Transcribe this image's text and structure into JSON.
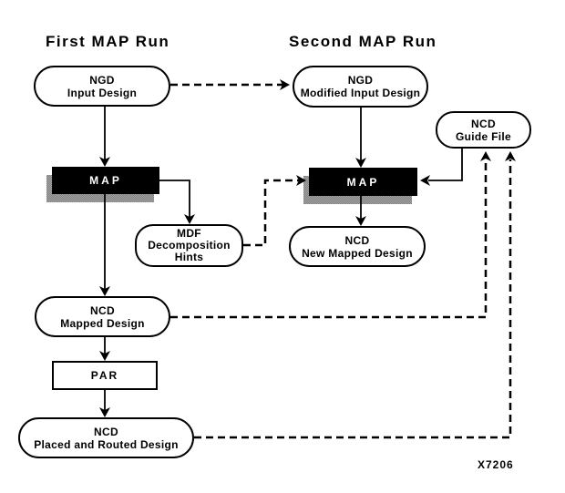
{
  "headings": {
    "first_map_run": "First MAP Run",
    "second_map_run": "Second MAP Run"
  },
  "nodes": {
    "ngd_input_design": {
      "title": "NGD",
      "subtitle": "Input Design"
    },
    "ngd_modified_input_design": {
      "title": "NGD",
      "subtitle": "Modified Input Design"
    },
    "ncd_guide_file": {
      "title": "NCD",
      "subtitle": "Guide File"
    },
    "map_first": {
      "label": "MAP"
    },
    "mdf_decomposition_hints": {
      "title": "MDF",
      "line2": "Decomposition",
      "line3": "Hints"
    },
    "map_second": {
      "label": "MAP"
    },
    "ncd_new_mapped_design": {
      "title": "NCD",
      "subtitle": "New Mapped Design"
    },
    "ncd_mapped_design": {
      "title": "NCD",
      "subtitle": "Mapped Design"
    },
    "par": {
      "label": "PAR"
    },
    "ncd_placed_and_routed_design": {
      "title": "NCD",
      "subtitle": "Placed and Routed Design"
    }
  },
  "figure_label": "X7206",
  "colors": {
    "line": "#000000",
    "node_fill": "#ffffff",
    "node_border": "#000000",
    "map_fill": "#000000",
    "map_text": "#ffffff",
    "shadow": "#8f8f8f",
    "background": "#ffffff"
  }
}
